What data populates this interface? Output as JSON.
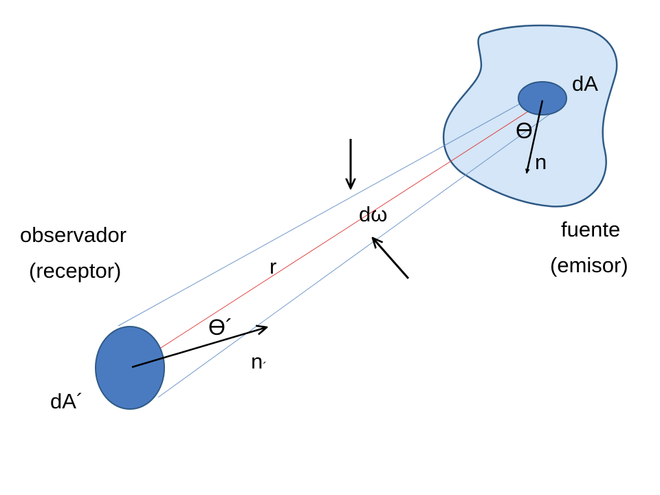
{
  "colors": {
    "source_fill": "#d4e6f7",
    "source_stroke": "#2f5a86",
    "patch_fill": "#4a7bc1",
    "patch_stroke": "#2f5a86",
    "cone_lines": "#6f96c9",
    "center_line": "#e04040",
    "arrows": "#000000"
  },
  "labels": {
    "dA_source": "dA",
    "theta_source": "ϴ",
    "n_source": "n",
    "d_omega": "dω",
    "source_line1": "fuente",
    "source_line2": "(emisor)",
    "observer_line1": "observador",
    "observer_line2": "(receptor)",
    "r": "r",
    "theta_prime": "ϴ´",
    "n_prime": "n",
    "n_prime_mark": "´",
    "dA_prime": "dA´"
  }
}
